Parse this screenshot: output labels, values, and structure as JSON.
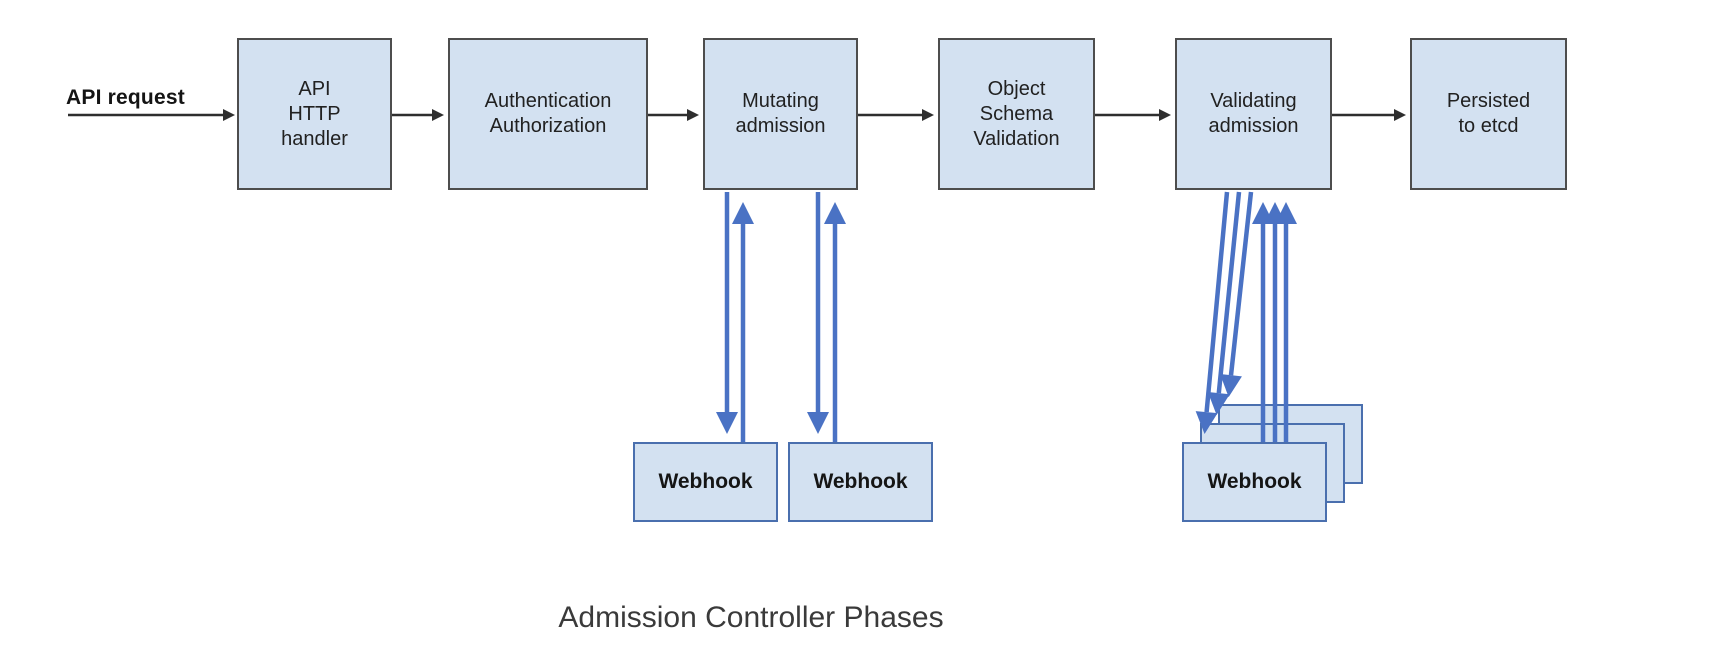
{
  "caption": "Admission Controller Phases",
  "flow": {
    "request_label": "API request",
    "phases": [
      {
        "id": "api-http-handler",
        "label": "API\nHTTP\nhandler"
      },
      {
        "id": "authentication-authorization",
        "label": "Authentication\nAuthorization"
      },
      {
        "id": "mutating-admission",
        "label": "Mutating\nadmission"
      },
      {
        "id": "object-schema-validation",
        "label": "Object\nSchema\nValidation"
      },
      {
        "id": "validating-admission",
        "label": "Validating\nadmission"
      },
      {
        "id": "persisted-to-etcd",
        "label": "Persisted\nto etcd"
      }
    ],
    "mutating_webhooks": [
      {
        "label": "Webhook"
      },
      {
        "label": "Webhook"
      }
    ],
    "validating_webhook_stack": [
      {
        "label": "Webhook"
      },
      {
        "label": "Webhook"
      },
      {
        "label": "Webhook"
      }
    ]
  },
  "colors": {
    "box_fill": "#d3e1f1",
    "box_border": "#4d4d4d",
    "webhook_border": "#4a6fae",
    "flow_arrow": "#2e2e2e",
    "webhook_arrow": "#4a72c4",
    "text": "#212121",
    "caption": "#3a3a3a",
    "background": "#ffffff"
  }
}
